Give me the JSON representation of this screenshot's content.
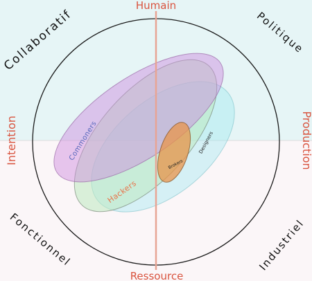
{
  "axes": {
    "top": "Humain",
    "bottom": "Ressource",
    "left": "Intention",
    "right": "Production"
  },
  "corners": {
    "top_left": "Collaboratif",
    "top_right": "Politique",
    "bottom_left": "Fonctionnel",
    "bottom_right": "Industriel"
  },
  "groups": {
    "commoners": "Commoners",
    "hackers": "Hackers",
    "brokers": "Brokers",
    "designers": "Designers"
  },
  "colors": {
    "top_band": "#e6f5f6",
    "bottom_band": "#fbf6f8",
    "axis_text": "#d9533e",
    "vertical_axis": "#e8a494",
    "commoners_fill": "#cc88dd",
    "hackers_fill": "#bde9c0",
    "designers_fill": "#99e8ee",
    "brokers_fill": "#e8944a"
  }
}
